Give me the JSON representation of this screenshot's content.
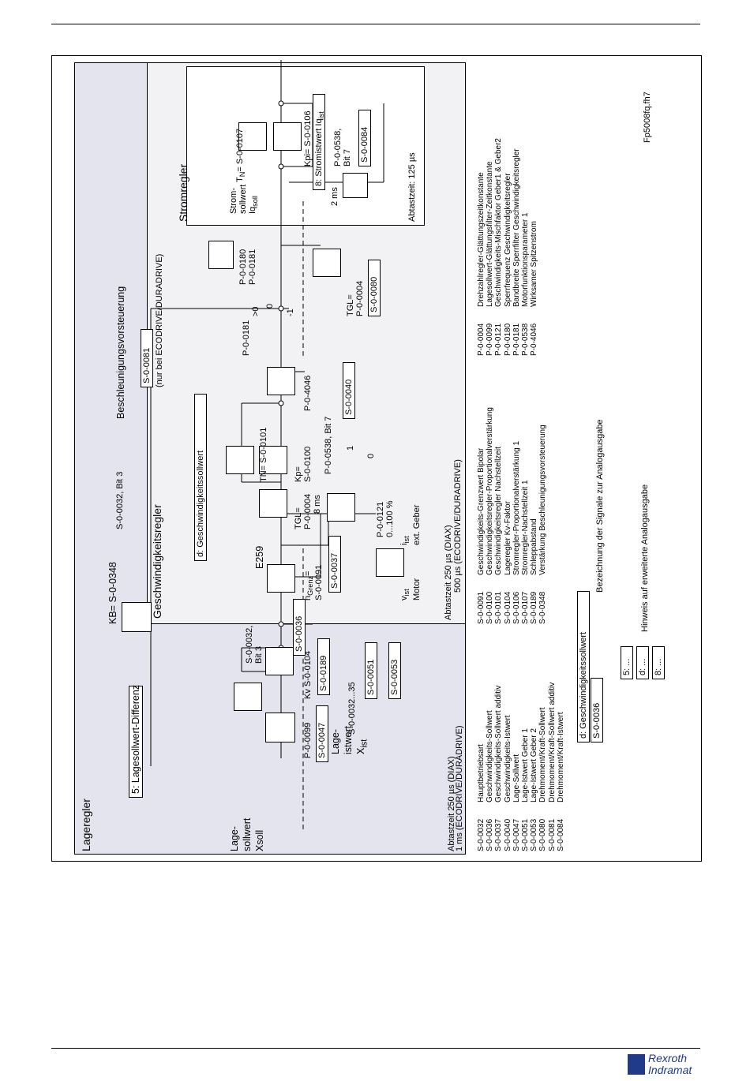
{
  "diagram": {
    "title_lageregler": "Lageregler",
    "title_geschw": "Geschwindigkeitsregler",
    "title_strom": "Stromregler",
    "file_ref": "Fp5008fq.fh7",
    "signals": {
      "lagesollwert_diff": "5: Lagesollwert-Differenz",
      "kb": "KB= S-0-0348",
      "bit3": "S-0-0032, Bit 3",
      "beschl": "Beschleunigungsvorsteuerung",
      "s0081": "S-0-0081",
      "nur_bei": "(nur bei ECODRIVE/DURADRIVE)",
      "d_geschw": "d: Geschwindigkeitssollwert",
      "strom_ist": "8: Stromistwert Iq",
      "strom_ist_sub": "ist",
      "lage_soll_1": "Lage-",
      "lage_soll_2": "sollwert",
      "lage_soll_3": "Xsoll",
      "p0099": "P-0-0099",
      "s0047": "S-0-0047",
      "kv": "Kv S-0-0104",
      "s0189": "S-0-0189",
      "s0032_35": "S-0-0032...35",
      "s0051": "S-0-0051",
      "s0053": "S-0-0053",
      "lage_ist_1": "Lage-",
      "lage_ist_2": "istwert",
      "lage_ist_3": "X",
      "lage_ist_sub": "ist",
      "s0032bit3": "S-0-0032,",
      "bit3b": "Bit 3",
      "s0036": "S-0-0036",
      "e259": "E259",
      "ngrenz": "n",
      "ngrenz_sub": "Grenz",
      "ngrenz_eq": "=",
      "s0091": "S-0-0091",
      "s0037": "S-0-0037",
      "tgl": "TGL=",
      "p0004": "P-0-0004",
      "tn": "TN= S-0-0101",
      "kp": "Kp=",
      "s0100": "S-0-0100",
      "p4046": "P-0-4046",
      "s0040": "S-0-0040",
      "p0181": "P-0-0181",
      "gt0": ">0",
      "zero": "0",
      "m1": "-1",
      "p0180": "P-0-0180",
      "p0181b": "P-0-0181",
      "tgl2": "TGL=",
      "p0004b": "P-0-0004",
      "s0080": "S-0-0080",
      "ms8": "8 ms",
      "p0538": "P-0-0538, Bit 7",
      "one": "1",
      "p0121": "P-0-0121",
      "pct": "0...100 %",
      "vist": "v",
      "vist_sub": "ist",
      "motor": "Motor",
      "iist": "i",
      "iist_sub": "ist",
      "extgeber": "ext. Geber",
      "abtast_lage_1": "Abtastzeit 250 µs (DIAX)",
      "abtast_lage_2": "1 ms (ECODRIVE/DURADRIVE)",
      "abtast_geschw_1": "Abtastzeit  250 µs (DIAX)",
      "abtast_geschw_2": "500 µs (ECODRIVE/DURADRIVE)",
      "abtast_strom": "Abtastzeit: 125 µs",
      "strom_soll_1": "Strom-",
      "strom_soll_2": "sollwert",
      "strom_soll_3": "Iq",
      "strom_soll_sub": "soll",
      "tn2": "T",
      "tn2_sub": "N",
      "tn2_rest": "= S-0-0107",
      "kpi": "Kpi= S-0-0106",
      "ms2": "2 ms",
      "p0538b": "P-0-0538,",
      "bit7": "Bit 7",
      "s0084": "S-0-0084"
    },
    "legend_a": [
      [
        "S-0-0032",
        "Hauptbetriebsart"
      ],
      [
        "S-0-0036",
        "Geschwindigkeits-Sollwert"
      ],
      [
        "S-0-0037",
        "Geschwindigkeits-Sollwert additiv"
      ],
      [
        "S-0-0040",
        "Geschwindigkeits-Istwert"
      ],
      [
        "S-0-0047",
        "Lage-Sollwert"
      ],
      [
        "S-0-0051",
        "Lage-Istwert Geber 1"
      ],
      [
        "S-0-0053",
        "Lage-Istwert Geber 2"
      ],
      [
        "S-0-0080",
        "Drehmoment/Kraft-Sollwert"
      ],
      [
        "S-0-0081",
        "Drehmoment/Kraft-Sollwert additiv"
      ],
      [
        "S-0-0084",
        "Drehmoment/Kraft-Istwert"
      ]
    ],
    "legend_b": [
      [
        "S-0-0091",
        "Geschwindigkeits-Grenzwert Bipolar"
      ],
      [
        "S-0-0100",
        "Geschwindigkeitsregler-Proportionalverstärkung"
      ],
      [
        "S-0-0101",
        "Geschwindigkeitsregler Nachstellzeit"
      ],
      [
        "S-0-0104",
        "Lageregler Kv-Faktor"
      ],
      [
        "S-0-0106",
        "Stromregler-Proportionalverstärkung 1"
      ],
      [
        "S-0-0107",
        "Stromregler-Nachstellzeit 1"
      ],
      [
        "S-0-0189",
        "Schleppabstand"
      ],
      [
        "S-0-0348",
        "Verstärkung Beschleunigungsvorsteuerung"
      ]
    ],
    "legend_c": [
      [
        "P-0-0004",
        "Drehzahlregler-Glättungszeitkonstante"
      ],
      [
        "P-0-0099",
        "Lagesollwert-Glättungsfilter-Zeitkonstante"
      ],
      [
        "P-0-0121",
        "Geschwindigkeits-Mischfaktor Geber1 & Geber2"
      ],
      [
        "P-0-0180",
        "Sperrfrequenz Geschwindigkeitsregler"
      ],
      [
        "P-0-0181",
        "Bandbreite Sperrfilter Geschwindigkeitsregler"
      ],
      [
        "P-0-0538",
        "Motorfunktionsparameter 1"
      ],
      [
        "P-0-4046",
        "Wirksamer Spitzenstrom"
      ]
    ],
    "key": {
      "d_label": "d: Geschwindigkeitssollwert",
      "d_code": "S-0-0036",
      "bez": "Bezeichnung der Signale zur Analogausgabe",
      "five": "5: ...",
      "dd": "d: ...",
      "eight": "8: ...",
      "hinweis": "Hinweis auf erweiterte Analogausgabe"
    }
  },
  "footer": {
    "brand_1": "Rexroth",
    "brand_2": "Indramat"
  }
}
